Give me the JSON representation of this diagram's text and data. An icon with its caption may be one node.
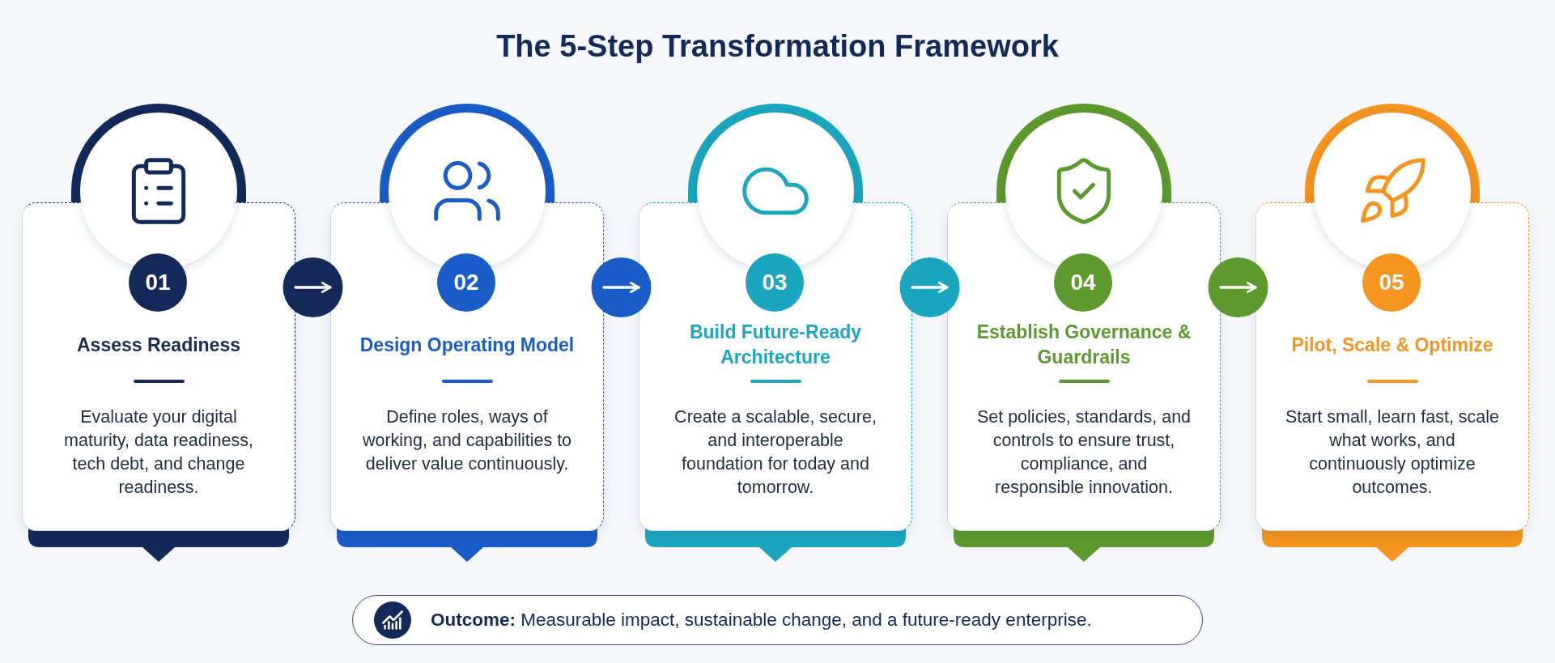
{
  "diagram": {
    "title": "The 5-Step Transformation Framework",
    "nodes": [
      {
        "text": [
          "Assess Readiness",
          "Evaluate your digital maturity, data readiness, tech debt, and change readiness."
        ]
      },
      {
        "text": [
          "01"
        ],
        "in": 0
      },
      {
        "text": [
          "Design Operating Model",
          "Define roles, ways of working, and capabilities to deliver value continuously."
        ]
      },
      {
        "text": [
          "02"
        ],
        "in": 2
      },
      {
        "text": [
          "Build Future-Ready Architecture",
          "Create a scalable, secure, and interoperable foundation for today and tomorrow."
        ]
      },
      {
        "text": [
          "03"
        ],
        "in": 4
      },
      {
        "text": [
          "Establish Governance & Guardrails",
          "Set policies, standards, and controls to ensure trust, compliance, and responsible innovation."
        ]
      },
      {
        "text": [
          "04"
        ],
        "in": 6
      },
      {
        "text": [
          "Pilot, Scale & Optimize",
          "Start small, learn fast, scale what works, and continuously optimize outcomes."
        ]
      },
      {
        "text": [
          "05"
        ],
        "in": 8
      },
      {
        "text": [
          "**Outcome:** Measurable impact, sustainable change, and a future-ready enterprise."
        ]
      }
    ],
    "edges": [
      {
        "from": 0,
        "to": 2,
        "arrow": "to"
      },
      {
        "from": 2,
        "to": 4,
        "arrow": "to"
      },
      {
        "from": 4,
        "to": 6,
        "arrow": "to"
      },
      {
        "from": 6,
        "to": 8,
        "arrow": "to"
      }
    ]
  }
}
